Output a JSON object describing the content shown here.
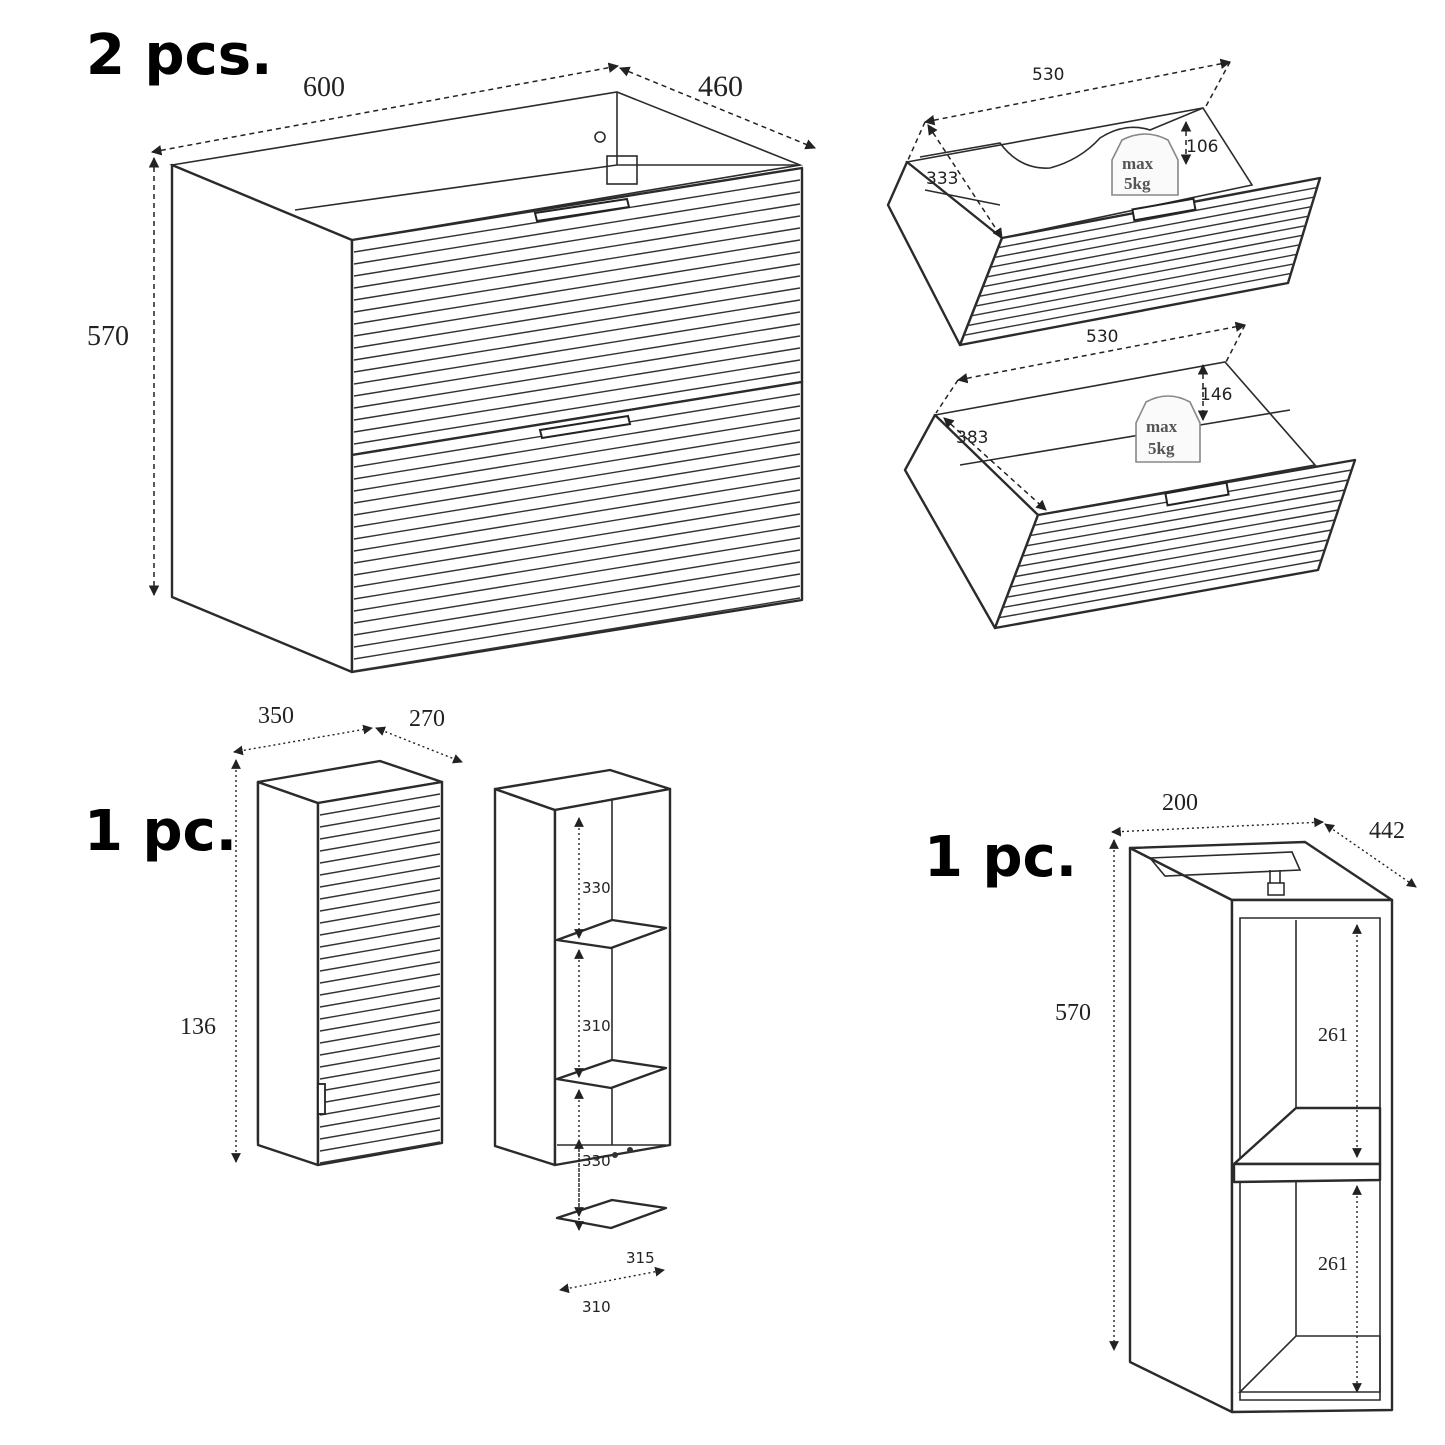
{
  "quantities": {
    "vanity": "2 pcs.",
    "tall_cabinet": "1 pc.",
    "side_cabinet": "1 pc."
  },
  "vanity": {
    "width": "600",
    "depth": "460",
    "height": "570"
  },
  "drawer_top": {
    "width": "530",
    "depth": "333",
    "height": "106",
    "load_line1": "max",
    "load_line2": "5kg"
  },
  "drawer_bottom": {
    "width": "530",
    "depth": "383",
    "height": "146",
    "load_line1": "max",
    "load_line2": "5kg"
  },
  "tall_cabinet": {
    "width": "350",
    "depth": "270",
    "height": "136",
    "shelf_heights": [
      "330",
      "310",
      "330",
      "310"
    ],
    "inner_width": "315"
  },
  "side_cabinet": {
    "width": "200",
    "depth": "442",
    "height": "570",
    "shelf_heights": [
      "261",
      "261"
    ]
  }
}
